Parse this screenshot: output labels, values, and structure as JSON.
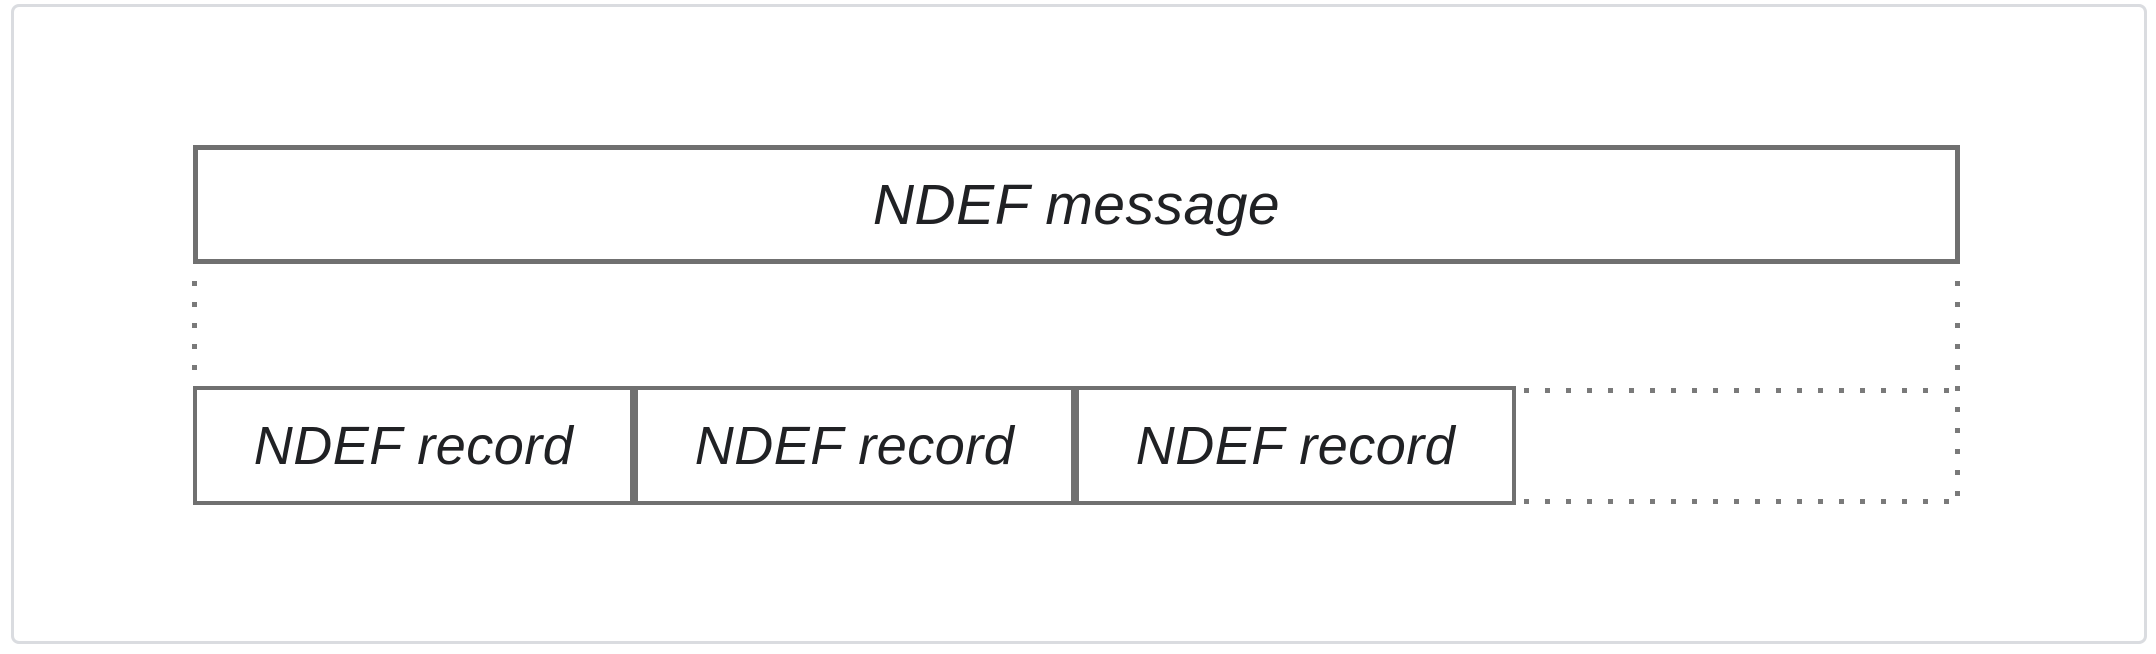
{
  "diagram": {
    "message_box": {
      "label": "NDEF message"
    },
    "record_boxes": [
      {
        "label": "NDEF record"
      },
      {
        "label": "NDEF record"
      },
      {
        "label": "NDEF record"
      }
    ],
    "colors": {
      "box_border": "#707070",
      "dotted_line": "#7a7a7a",
      "text": "#202124",
      "frame_border": "#dadce0",
      "background": "#ffffff"
    }
  }
}
